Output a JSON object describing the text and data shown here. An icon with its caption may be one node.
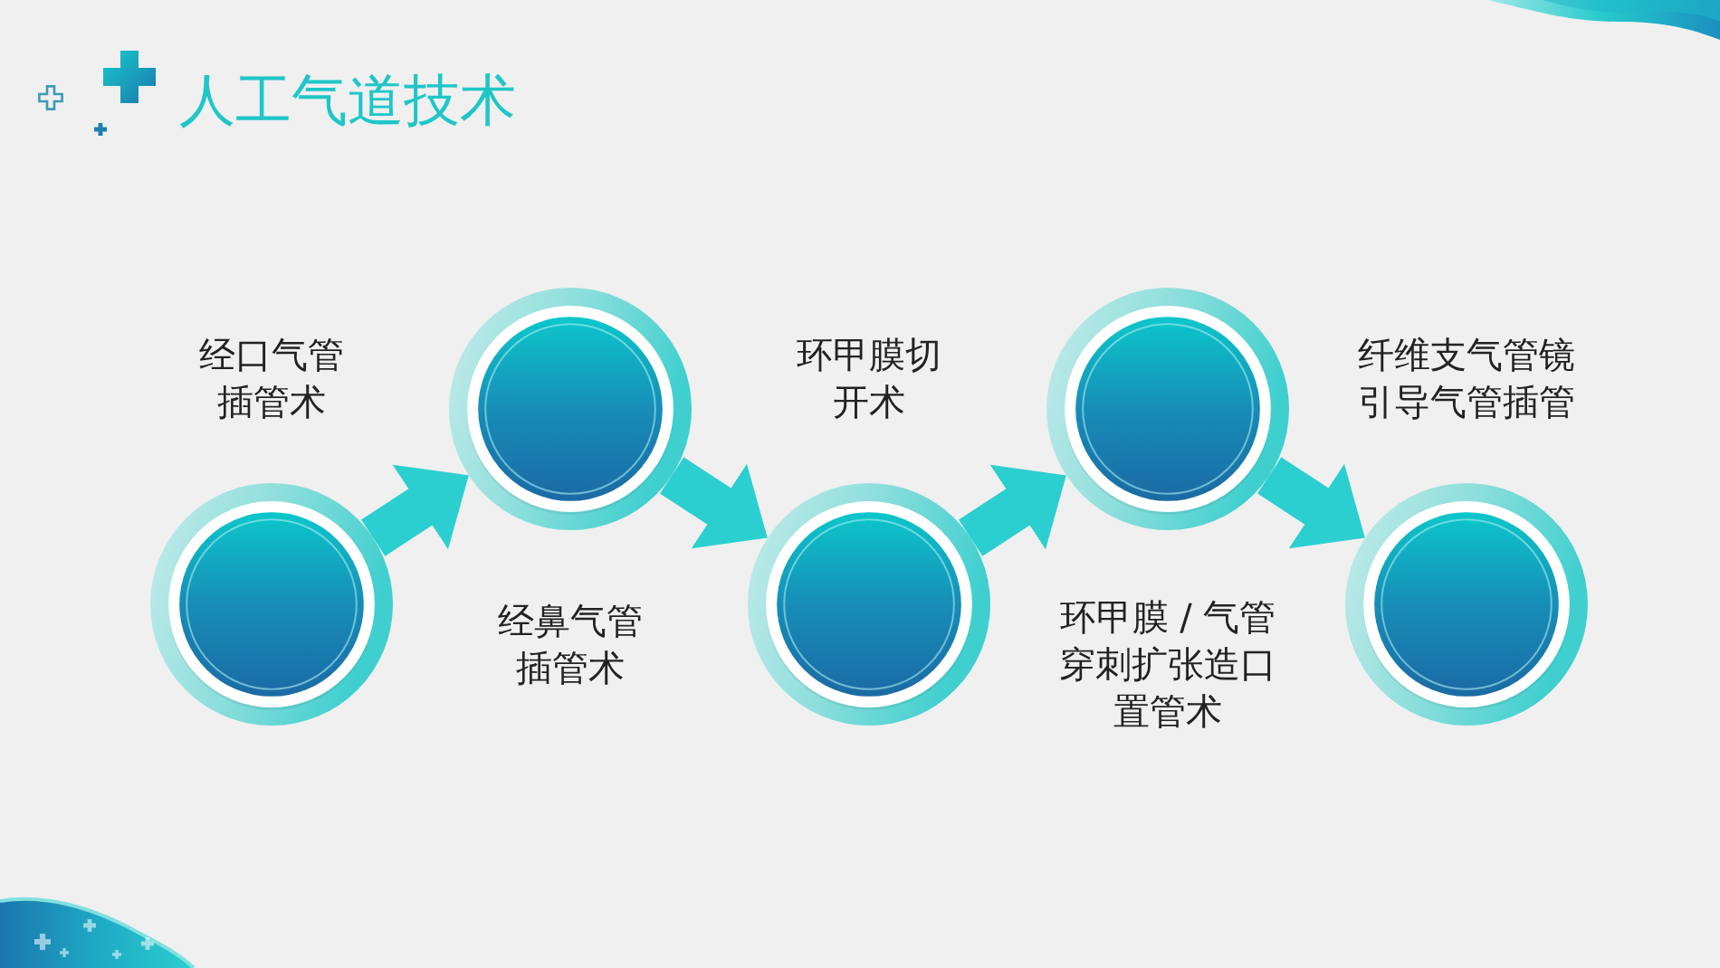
{
  "diagram": {
    "title": "人工气道技术",
    "nodes": [
      {
        "text": [],
        "shape": "circle",
        "beside": [
          "经口气管插管术"
        ]
      },
      {
        "text": [],
        "shape": "circle",
        "beside": [
          "经鼻气管插管术"
        ]
      },
      {
        "text": [],
        "shape": "circle",
        "beside": [
          "环甲膜切开术"
        ]
      },
      {
        "text": [],
        "shape": "circle",
        "beside": [
          "环甲膜 / 气管穿刺扩张造口置管术"
        ]
      },
      {
        "text": [],
        "shape": "circle",
        "beside": [
          "纤维支气管镜引导气管插管"
        ]
      }
    ],
    "edges": [
      {
        "from": 0,
        "to": 1,
        "arrow": "to"
      },
      {
        "from": 1,
        "to": 2,
        "arrow": "to"
      },
      {
        "from": 2,
        "to": 3,
        "arrow": "to"
      },
      {
        "from": 3,
        "to": 4,
        "arrow": "to"
      }
    ]
  }
}
